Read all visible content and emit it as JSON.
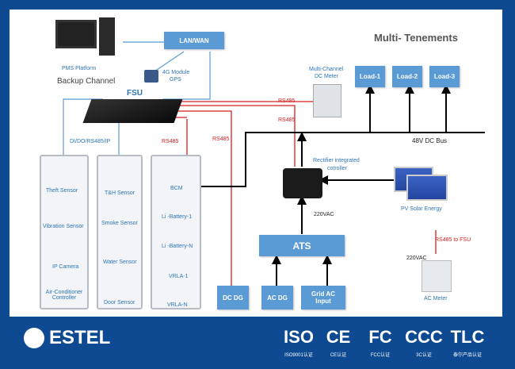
{
  "title": "Multi- Tenements",
  "top": {
    "pms_platform": "PMS Platform",
    "backup_channel": "Backup Channel",
    "lan_wan": "LAN/WAN",
    "module_4g": "4G Module",
    "gps": "GPS",
    "fsu": "FSU"
  },
  "links": {
    "di_do": "DI/DO/RS485/IP",
    "rs485_a": "RS485",
    "rs485_b": "RS485",
    "rs485_c": "RS485",
    "rs485_d": "RS485",
    "rs485_fsu": "RS485 to FSU",
    "dc_bus": "48V DC Bus",
    "vac_a": "220VAC",
    "vac_b": "220VAC"
  },
  "panel_security": [
    "Theft Sensor",
    "Vibration Sensor",
    "IP Camera",
    "Air-Conditioner Controller"
  ],
  "panel_env": [
    "T&H Sensor",
    "Smoke Sensor",
    "Water Sensor",
    "Door Sensor"
  ],
  "panel_power": [
    "BCM",
    "Li -Battery-1",
    "Li -Battery-N",
    "VRLA-1",
    "VRLA-N"
  ],
  "dc_meter": {
    "line1": "Multi-Channel",
    "line2": "DC Meter"
  },
  "loads": [
    "Load-1",
    "Load-2",
    "Load-3"
  ],
  "rectifier": {
    "line1": "Rectifier integrated",
    "line2": "cotroller"
  },
  "pv": "PV Solar Energy",
  "ats": "ATS",
  "sources": {
    "dc_dg": "DC DG",
    "ac_dg": "AC DG",
    "grid_1": "Grid AC",
    "grid_2": "Input"
  },
  "ac_meter": "AC Meter",
  "footer": {
    "brand": "ESTEL",
    "certs": [
      {
        "mark": "ISO",
        "caption": "ISO9001认证"
      },
      {
        "mark": "CE",
        "caption": "CE认证"
      },
      {
        "mark": "FC",
        "caption": "FCC认证"
      },
      {
        "mark": "CCC",
        "caption": "3C认证"
      },
      {
        "mark": "TLC",
        "caption": "泰尔产品认证"
      }
    ]
  },
  "colors": {
    "brand_blue": "#0d4a91",
    "box_blue": "#5b9bd5",
    "label_blue": "#2e75b6",
    "rs485_red": "#d42020"
  }
}
